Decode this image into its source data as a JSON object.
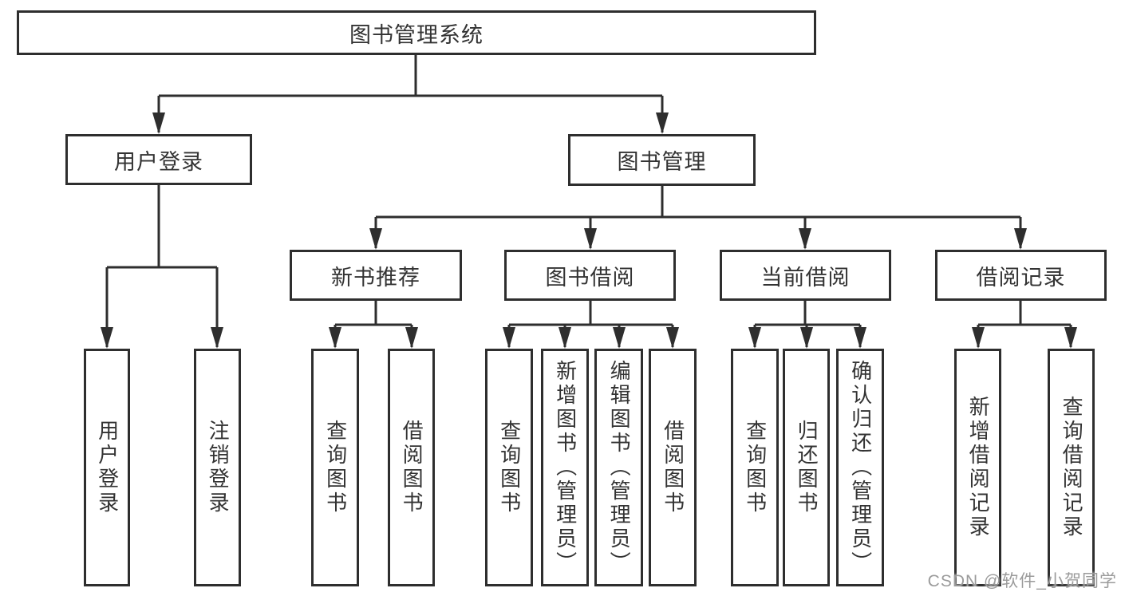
{
  "tree": {
    "label": "图书管理系统",
    "children": [
      {
        "label": "用户登录",
        "children": [
          {
            "label": "用户登录"
          },
          {
            "label": "注销登录"
          }
        ]
      },
      {
        "label": "图书管理",
        "children": [
          {
            "label": "新书推荐",
            "children": [
              {
                "label": "查询图书"
              },
              {
                "label": "借阅图书"
              }
            ]
          },
          {
            "label": "图书借阅",
            "children": [
              {
                "label": "查询图书"
              },
              {
                "label": "新增图书（管理员）"
              },
              {
                "label": "编辑图书（管理员）"
              },
              {
                "label": "借阅图书"
              }
            ]
          },
          {
            "label": "当前借阅",
            "children": [
              {
                "label": "查询图书"
              },
              {
                "label": "归还图书"
              },
              {
                "label": "确认归还（管理员）"
              }
            ]
          },
          {
            "label": "借阅记录",
            "children": [
              {
                "label": "新增借阅记录"
              },
              {
                "label": "查询借阅记录"
              }
            ]
          }
        ]
      }
    ]
  },
  "watermark": {
    "text": "CSDN @软件_小贺同学"
  },
  "colors": {
    "line": "#2e2e2e",
    "box_border": "#2e2e2e",
    "box_background": "#ffffff",
    "text": "#333333",
    "watermark": "#9b9b9b"
  }
}
